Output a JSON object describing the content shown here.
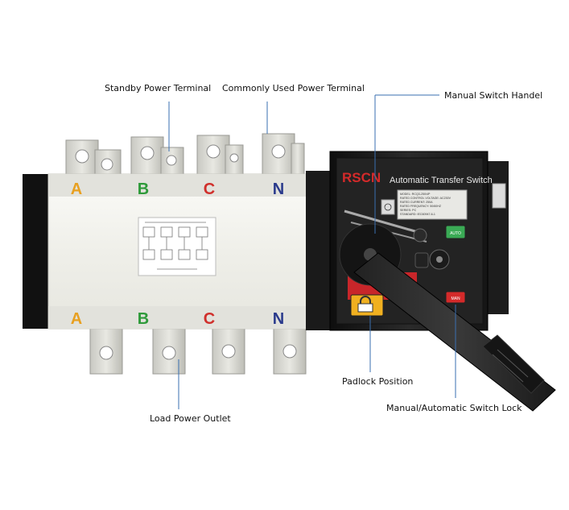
{
  "callouts": {
    "standby": "Standby Power Terminal",
    "common": "Commonly Used Power Terminal",
    "handle": "Manual Switch Handel",
    "padlock": "Padlock Position",
    "lock": "Manual/Automatic Switch Lock",
    "load": "Load Power Outlet"
  },
  "device": {
    "brand": "RSCN",
    "title": "Automatic Transfer Switch",
    "phases": [
      "A",
      "B",
      "C",
      "N"
    ],
    "plate_lines": [
      "MODEL: RCQ3-250/4P",
      "RATED CONTROL VOLTAGE: AC230V",
      "RATED CURRENT: 250A",
      "RATED FREQUENCY: 50/60HZ",
      "SERIES: PC",
      "STANDARD: IEC60947-6-1"
    ],
    "button_auto": "AUTO",
    "button_manual": "MAN"
  },
  "colors": {
    "phase_a": "#e8a020",
    "phase_b": "#2e9a3a",
    "phase_c": "#d0302c",
    "phase_n": "#2a3a8c",
    "brand": "#d42a2a",
    "body": "#f4f4ef",
    "housing": "#1a1a1a",
    "padlock": "#f0b020"
  }
}
